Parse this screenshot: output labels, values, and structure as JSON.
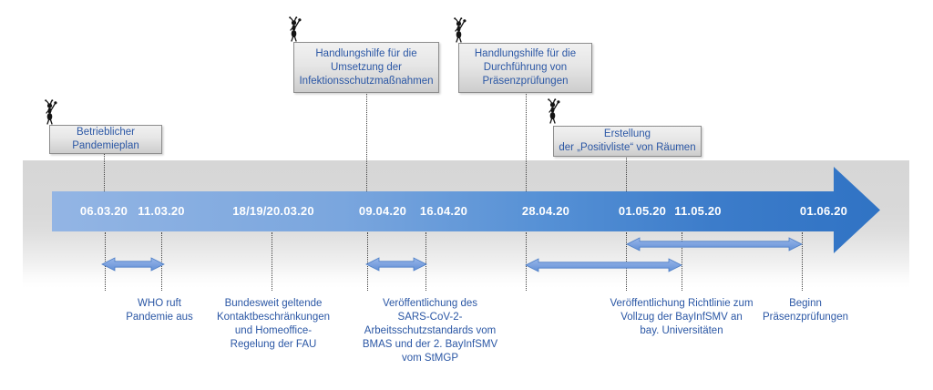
{
  "slide": {
    "type": "timeline-diagram",
    "language": "de"
  },
  "colors": {
    "accent_text": "#2b57a5",
    "date_text": "#ffffff",
    "arrow_gradient_left": "#93b5e4",
    "arrow_gradient_right": "#3073c4",
    "range_arrow_fill_top": "#98b6e9",
    "range_arrow_fill_bottom": "#6390d6",
    "range_arrow_stroke": "#4d7ec6",
    "callout_border": "#8d8d8d",
    "band_gray": "#d9d9d9"
  },
  "callouts": [
    {
      "id": "betrieblicher-pandemieplan",
      "label": "Betrieblicher\nPandemieplan"
    },
    {
      "id": "handlungshilfe-infektionsschutz",
      "label": "Handlungshilfe für die\nUmsetzung der\nInfektionsschutzmaßnahmen"
    },
    {
      "id": "handlungshilfe-praesenzpruefungen",
      "label": "Handlungshilfe für die\nDurchführung von\nPräsenzprüfungen"
    },
    {
      "id": "erstellung-positivliste",
      "label": "Erstellung\nder „Positivliste“ von Räumen"
    }
  ],
  "timeline": {
    "dates": [
      "06.03.20",
      "11.03.20",
      "18/19/20.03.20",
      "09.04.20",
      "16.04.20",
      "28.04.20",
      "01.05.20",
      "11.05.20",
      "01.06.20"
    ]
  },
  "events": [
    {
      "label": "WHO ruft\nPandemie aus"
    },
    {
      "label": "Bundesweit geltende\nKontaktbeschränkungen\nund Homeoffice-\nRegelung der FAU"
    },
    {
      "label": "Veröffentlichung des\nSARS-CoV-2-\nArbeitsschutzstandards vom\nBMAS und der 2. BayInfSMV\nvom StMGP"
    },
    {
      "label": "Veröffentlichung Richtlinie zum\nVollzug der BayInfSMV an\nbay. Universitäten"
    },
    {
      "label": "Beginn\nPräsenzprüfungen"
    }
  ],
  "icons": {
    "ant_figure": "ant-figure-icon"
  }
}
